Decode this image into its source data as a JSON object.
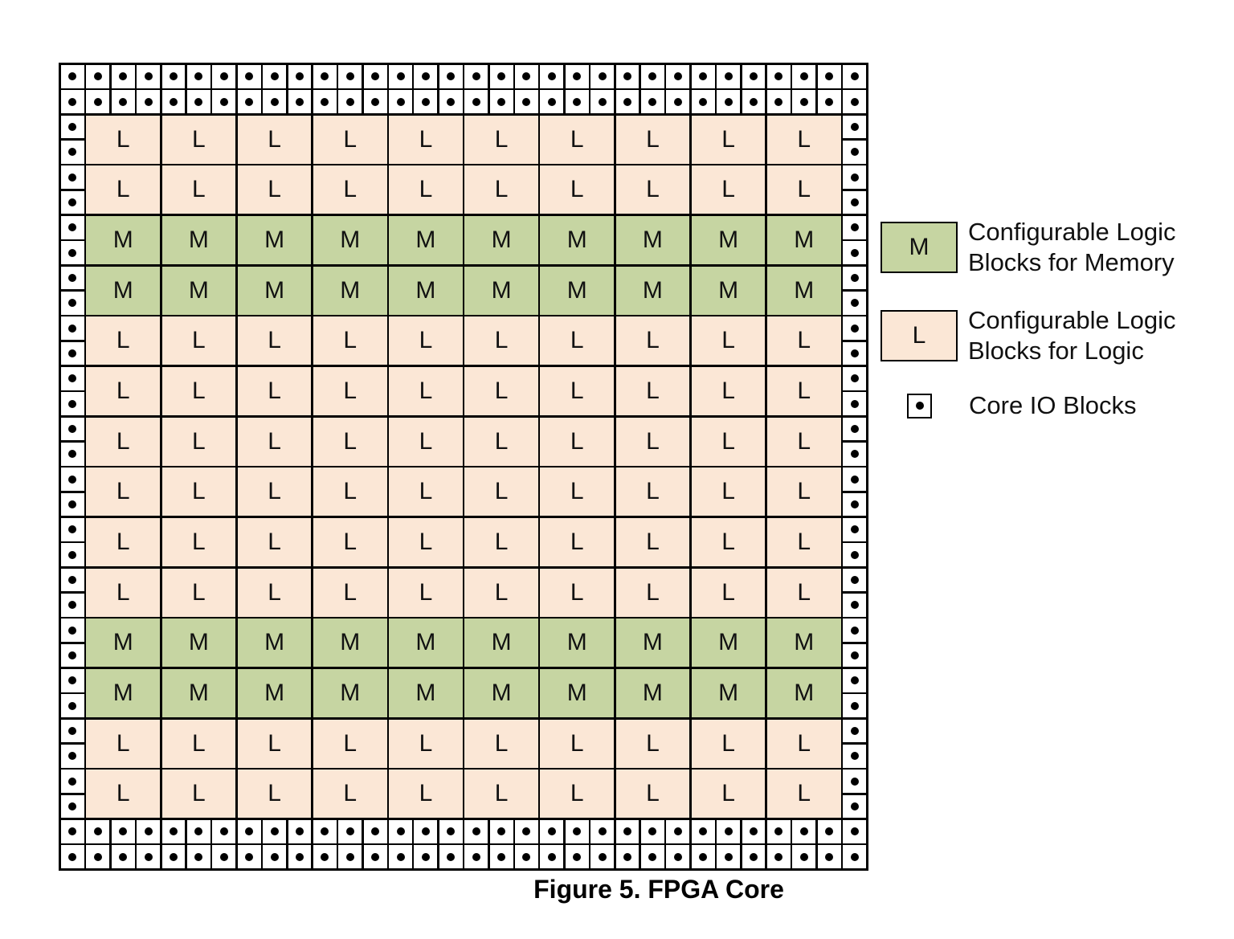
{
  "caption": "Figure 5. FPGA Core",
  "colors": {
    "memory_block": "#c6d5a2",
    "logic_block": "#fbe7d6",
    "io_block": "#ffffff",
    "grid_line": "#000000",
    "text": "#111111"
  },
  "grid": {
    "block_columns": 10,
    "row_types": [
      "L",
      "L",
      "M",
      "M",
      "L",
      "L",
      "L",
      "L",
      "L",
      "L",
      "M",
      "M",
      "L",
      "L"
    ],
    "block_labels": {
      "M": "M",
      "L": "L"
    },
    "block_color_keys": {
      "M": "memory_block",
      "L": "logic_block"
    },
    "io_cells_per_block": {
      "horizontal": 3,
      "vertical": 2
    },
    "io_border_rows_top": 2,
    "io_border_rows_bottom": 2,
    "io_border_cols_left": 1,
    "io_border_cols_right": 1
  },
  "legend": {
    "items": [
      {
        "symbol": "M",
        "color_key": "memory_block",
        "label_lines": [
          "Configurable Logic",
          "Blocks for Memory"
        ]
      },
      {
        "symbol": "L",
        "color_key": "logic_block",
        "label_lines": [
          "Configurable Logic",
          "Blocks for Logic"
        ]
      },
      {
        "symbol": "",
        "color_key": "io_block",
        "label_lines": [
          "Core IO Blocks"
        ]
      }
    ]
  }
}
